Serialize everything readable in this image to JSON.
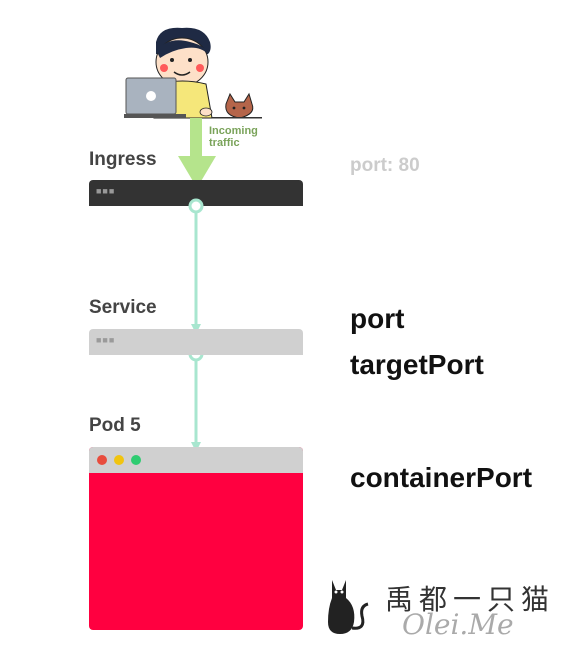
{
  "incoming": {
    "line1": "Incoming",
    "line2": "traffic"
  },
  "ingress": {
    "label": "Ingress",
    "port_text": "port: 80"
  },
  "service": {
    "label": "Service",
    "port_label": "port",
    "target_port_label": "targetPort"
  },
  "pod": {
    "label": "Pod 5",
    "container_port_label": "containerPort"
  },
  "watermark": {
    "chinese": "禹都一只猫",
    "latin": "Olei.Me"
  },
  "colors": {
    "ingress_bar": "#333333",
    "service_bar": "#d0d0d0",
    "pod_body": "#ff0040",
    "connector": "#a8e6cf",
    "arrow": "#b5e48c",
    "window_red": "#e84c3d",
    "window_yellow": "#f1c40f",
    "window_green": "#2ecc71"
  }
}
